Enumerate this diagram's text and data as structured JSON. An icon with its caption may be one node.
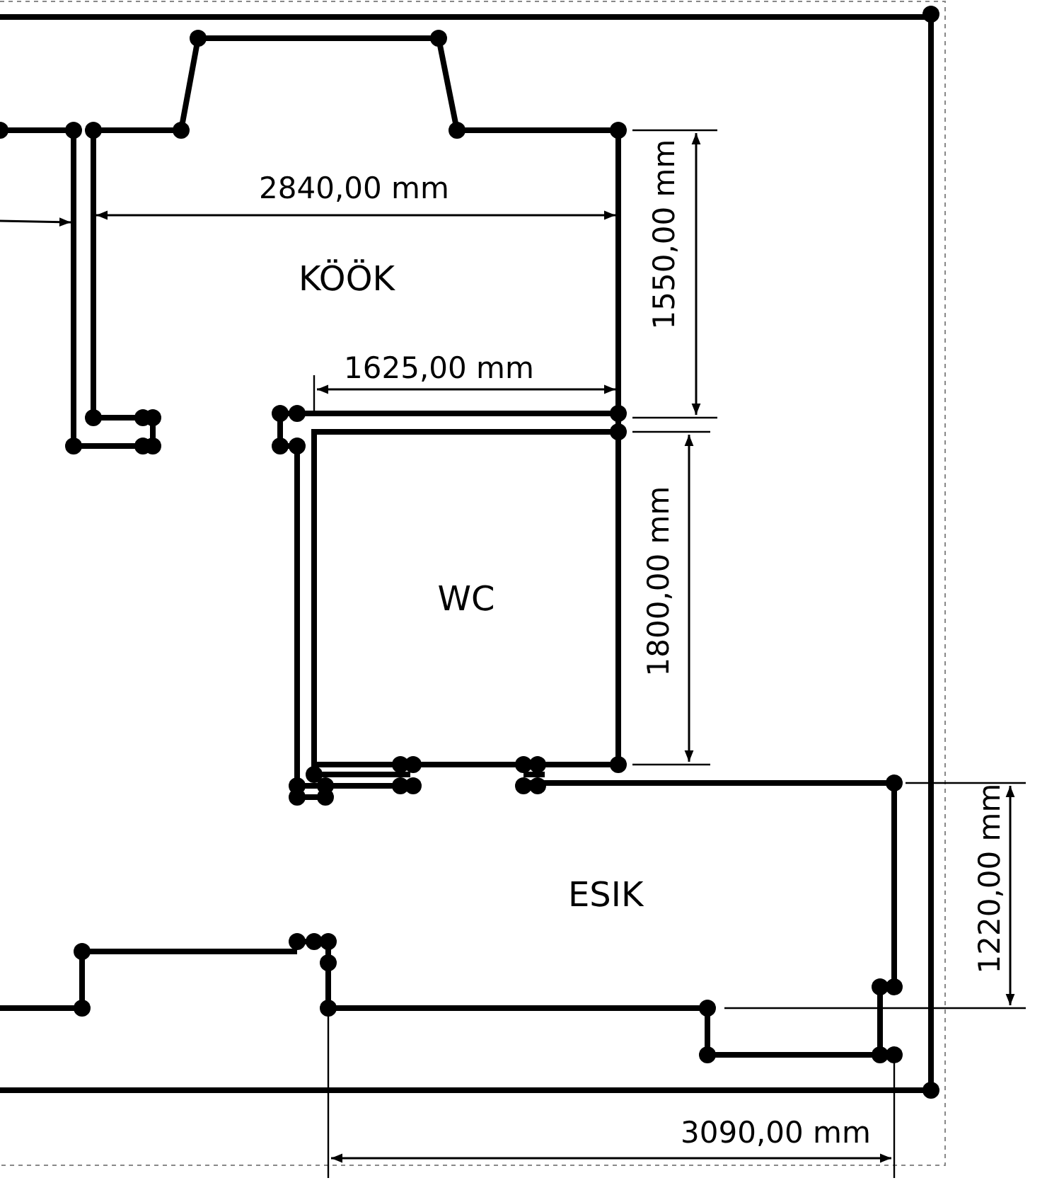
{
  "diagram": {
    "nodes": [
      {
        "text": [
          "WC"
        ]
      }
    ],
    "labels": [
      "2840,00 mm",
      "KÖÖK",
      "1550,00 mm",
      "1625,00 mm",
      "1800,00 mm",
      "ESIK",
      "1220,00 mm",
      "3090,00 mm"
    ]
  }
}
